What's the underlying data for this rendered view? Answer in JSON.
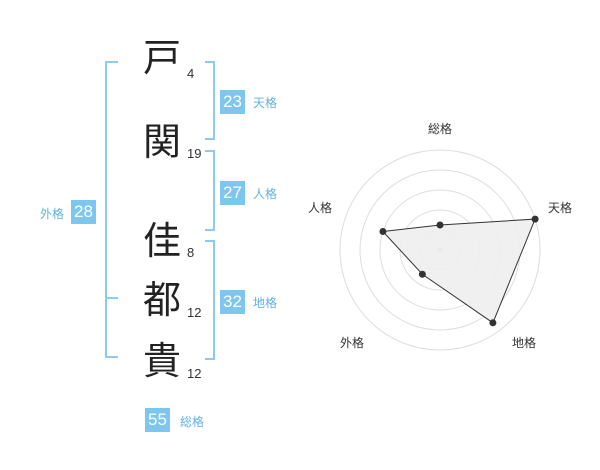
{
  "name": {
    "chars": [
      {
        "char": "戸",
        "strokes": "4"
      },
      {
        "char": "関",
        "strokes": "19"
      },
      {
        "char": "佳",
        "strokes": "8"
      },
      {
        "char": "都",
        "strokes": "12"
      },
      {
        "char": "貴",
        "strokes": "12"
      }
    ]
  },
  "fortune": {
    "tenkaku": {
      "value": "23",
      "label": "天格"
    },
    "jinkaku": {
      "value": "27",
      "label": "人格"
    },
    "chikaku": {
      "value": "32",
      "label": "地格"
    },
    "gaikaku": {
      "value": "28",
      "label": "外格"
    },
    "soukaku": {
      "value": "55",
      "label": "総格"
    }
  },
  "radar": {
    "axes": [
      "総格",
      "天格",
      "地格",
      "外格",
      "人格"
    ],
    "values": [
      0.25,
      1.0,
      0.9,
      0.3,
      0.6
    ]
  },
  "colors": {
    "accent": "#7dc6ee",
    "bracket": "#8fcbee",
    "grid": "#dddddd",
    "polygon_fill": "#eeeeee",
    "polygon_stroke": "#333333"
  }
}
